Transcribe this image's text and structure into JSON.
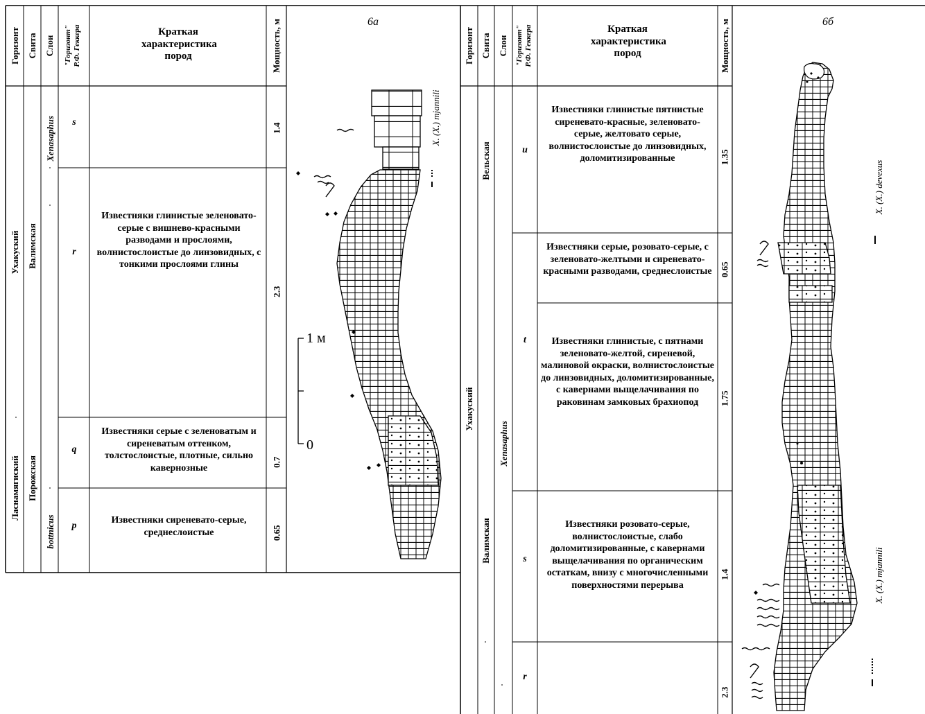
{
  "headers": {
    "horizon": "Горизонт",
    "suite": "Свита",
    "layers": "Слои",
    "gekker_1": "\"Горизонт\"",
    "gekker_2": "Р.Ф. Геккера",
    "description": "Краткая характеристика пород",
    "thickness": "Мощность, м"
  },
  "section_a": {
    "title": "6а",
    "horizons": [
      "Ухакуский",
      "Ласнамягиский"
    ],
    "suites": [
      "Валимская",
      "Порожская"
    ],
    "taxa": [
      "Xenasaphus",
      "bottnicus"
    ],
    "layers": [
      {
        "id": "s",
        "description": "",
        "thickness": "1.4"
      },
      {
        "id": "r",
        "description": "Известняки глинистые зеленовато-серые с вишнево-красными разводами и прослоями, волнистослоистые до линзовидных, с тонкими прослоями глины",
        "thickness": "2.3"
      },
      {
        "id": "q",
        "description": "Известняки серые с зеленоватым и сиреневатым оттенком, толстослоистые, плотные, сильно кавернозные",
        "thickness": "0.7"
      },
      {
        "id": "p",
        "description": "Известняки сиреневато-серые, среднеслоистые",
        "thickness": "0.65"
      }
    ],
    "species_range": "X. (X.) mjannili",
    "scale_top": "1 м",
    "scale_bottom": "0"
  },
  "section_b": {
    "title": "6б",
    "horizons": [
      "Ухакуский"
    ],
    "suites": [
      "Вельская",
      "Валимская"
    ],
    "taxa": [
      "Xenasaphus"
    ],
    "layers": [
      {
        "id": "u",
        "description": "Известняки глинистые пятнистые сиреневато-красные, зеленовато-серые, желтовато серые, волнистослоистые до линзовидных, доломитизированные",
        "thickness": "1.35"
      },
      {
        "id": "",
        "description": "Известняки серые, розовато-серые, с зеленовато-желтыми и сиреневато-красными разводами, среднеслоистые",
        "thickness": "0.65"
      },
      {
        "id": "t",
        "description": "Известняки глинистые, с пятнами зеленовато-желтой, сиреневой, малиновой окраски, волнистослоистые до линзовидных, доломитизированные, с кавернами выщелачивания по раковинам замковых брахиопод",
        "thickness": "1.75"
      },
      {
        "id": "s",
        "description": "Известняки розовато-серые, волнистослоистые, слабо доломитизированные, с кавернами выщелачивания по органическим остаткам, внизу с многочисленными поверхностями перерыва",
        "thickness": "1.4"
      },
      {
        "id": "r",
        "description": "",
        "thickness": "2.3"
      }
    ],
    "species_ranges": [
      "X. (X.) devexus",
      "X. (X.) mjannili"
    ]
  }
}
